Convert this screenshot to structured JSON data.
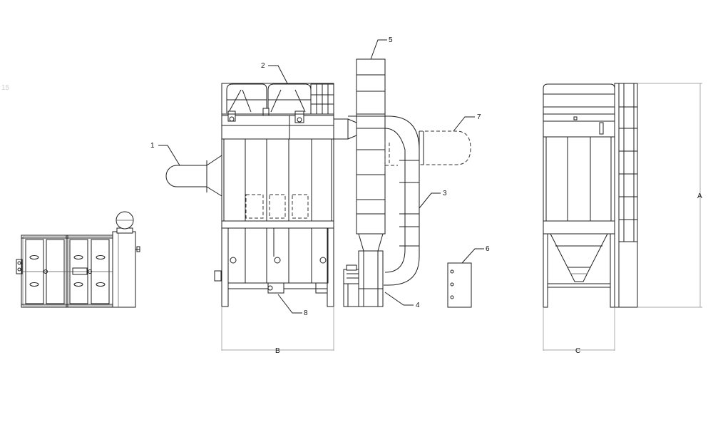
{
  "callouts": {
    "c1": "1",
    "c2": "2",
    "c3": "3",
    "c4": "4",
    "c5": "5",
    "c6": "6",
    "c7": "7",
    "c8": "8"
  },
  "dimensions": {
    "height": "A",
    "front_width": "B",
    "side_width": "C"
  },
  "corner_mark": "15"
}
